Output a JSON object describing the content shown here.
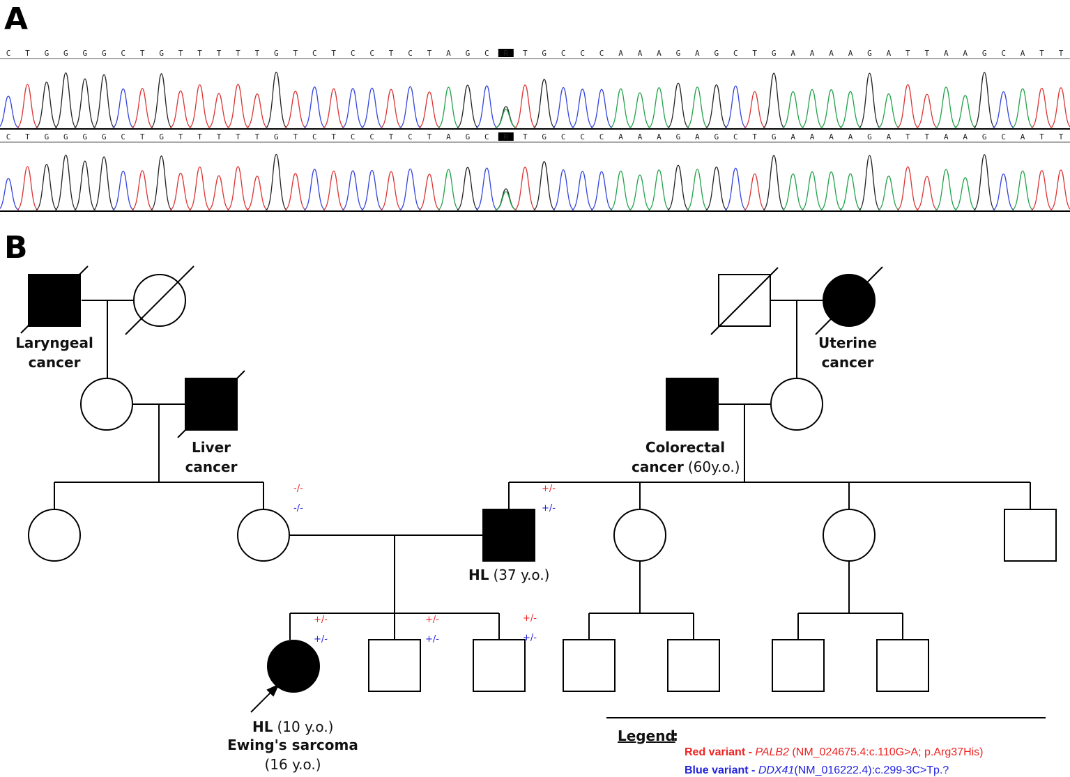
{
  "panels": {
    "a": "A",
    "b": "B"
  },
  "colors": {
    "red_variant": "#ee2222",
    "blue_variant": "#2222dd",
    "trace_a": "#22a24a",
    "trace_c": "#3344dd",
    "trace_g": "#222222",
    "trace_t": "#dd3333"
  },
  "chromatogram": {
    "sequence": "CTGGGGCTGTTTTTGTCTCCTCTAGCRTGCCCAAAGAGCTGAAAAGATTAAGCATT",
    "highlight_base": "R",
    "tracks": 2
  },
  "pedigree": {
    "labels": {
      "laryngeal_1": "Laryngeal",
      "laryngeal_2": "cancer",
      "uterine_1": "Uterine",
      "uterine_2": "cancer",
      "liver_1": "Liver",
      "liver_2": "cancer",
      "colorectal_1": "Colorectal",
      "colorectal_2": "cancer",
      "colorectal_age": "(60y.o.)",
      "father_dx": "HL",
      "father_age": "(37 y.o.)",
      "proband_dx": "HL",
      "proband_age": "(10 y.o.)",
      "proband_dx2": "Ewing's sarcoma",
      "proband_age2": "(16 y.o.)"
    },
    "genotypes": {
      "mother_red": "-/-",
      "mother_blue": "-/-",
      "father_red": "+/-",
      "father_blue": "+/-",
      "proband_red": "+/-",
      "proband_blue": "+/-",
      "brother1_red": "+/-",
      "brother1_blue": "+/-",
      "brother2_red": "+/-",
      "brother2_blue": "+/-"
    }
  },
  "legend": {
    "title": "Legend",
    "title_colon": ":",
    "red_label": "Red variant - ",
    "red_gene": "PALB2",
    "red_detail": " (NM_024675.4:c.110G>A; p.Arg37His)",
    "blue_label": "Blue variant - ",
    "blue_gene": "DDX41",
    "blue_detail": "(NM_016222.4):c.299-3C>Tp.?"
  }
}
